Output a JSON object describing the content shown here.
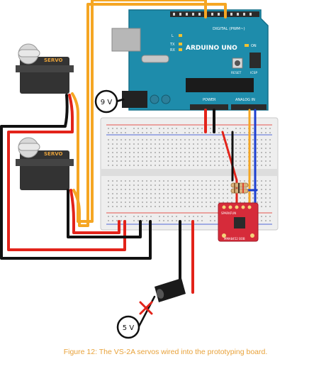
{
  "arduino": {
    "name": "ARDUINO UNO",
    "digital_label": "DIGITAL (PWM~)",
    "power_label": "POWER",
    "analog_label": "ANALOG IN",
    "reset_label": "RESET",
    "icsp_label": "ICSP",
    "on_label": "ON",
    "tx_label": "TX",
    "rx_label": "RX",
    "l_label": "L"
  },
  "servos": [
    {
      "label": "SERVO"
    },
    {
      "label": "SERVO"
    }
  ],
  "sensor_board": {
    "name": "SPARKFUN",
    "sub_label": "MMA8452 BOB"
  },
  "power_sources": [
    {
      "label": "9 V"
    },
    {
      "label": "5 V"
    }
  ],
  "caption": "Figure 12: The VS-2A servos wired into the prototyping board.",
  "colors": {
    "arduino_blue": "#1e8cab",
    "breadboard": "#eeeeee",
    "servo_body": "#333333",
    "servo_label": "#e8a23a",
    "wire_orange": "#f5a623",
    "wire_red": "#e2231a",
    "wire_black": "#111111",
    "wire_blue": "#1c3fd0",
    "sensor_red": "#d62b3a",
    "caption": "#e8a23a"
  }
}
